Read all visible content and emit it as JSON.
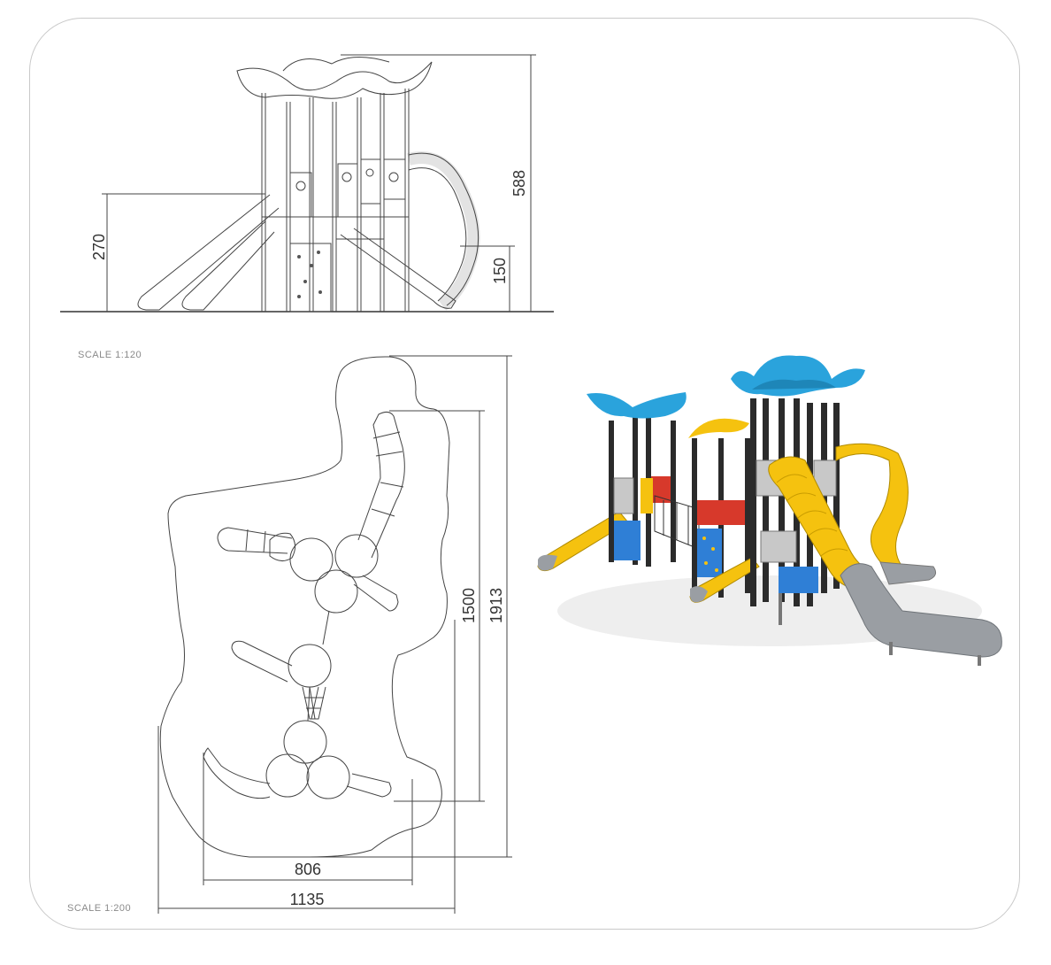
{
  "elevation": {
    "scale_label": "SCALE 1:120",
    "dims": {
      "total_height": "588",
      "platform_height": "270",
      "low_platform_height": "150"
    }
  },
  "plan": {
    "scale_label": "SCALE 1:200",
    "dims": {
      "length_inner": "1500",
      "length_outer": "1913",
      "width_inner": "806",
      "width_outer": "1135"
    }
  },
  "render": {
    "roof_color": "#2aa3dc",
    "slide_color": "#f5c20f",
    "steel_color": "#9a9ea3",
    "post_color": "#2b2b2b"
  }
}
